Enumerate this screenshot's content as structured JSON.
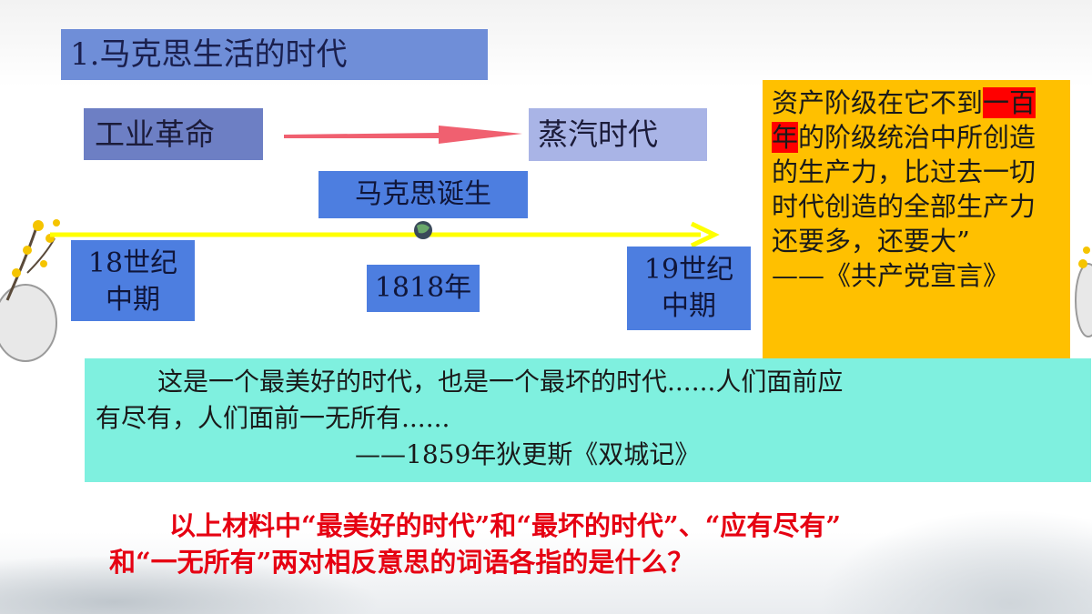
{
  "title": "1.马克思生活的时代",
  "industrial_revolution": "工业革命",
  "steam_age": "蒸汽时代",
  "marx_birth": "马克思诞生",
  "timeline": {
    "start_line1": "18世纪",
    "start_line2": "中期",
    "year": "1818年",
    "end_line1": "19世纪",
    "end_line2": "中期"
  },
  "quote": {
    "text_before": "资产阶级在它不到",
    "highlight_1": "一",
    "highlight_2": "百年",
    "text_after": "的阶级统治中所创造的生产力，比过去一切时代创造的全部生产力还要多，还要大”",
    "source": "——《共产党宣言》"
  },
  "tale": {
    "line1": "这是一个最美好的时代，也是一个最坏的时代......人们面前应",
    "line2": "有尽有，人们面前一无所有......",
    "source": "——1859年狄更斯《双城记》"
  },
  "question": {
    "line1": "以上材料中“最美好的时代”和“最坏的时代”、“应有尽有”",
    "line2": "和“一无所有”两对相反意思的词语各指的是什么？"
  },
  "colors": {
    "title_bg": "#6f8ed8",
    "box_blue": "#4d7ee0",
    "quote_bg": "#ffc000",
    "tale_bg": "#7ff0df",
    "highlight": "#ff0000",
    "question_text": "#e60012",
    "timeline": "#ffff00",
    "arrow": "#f06070"
  }
}
